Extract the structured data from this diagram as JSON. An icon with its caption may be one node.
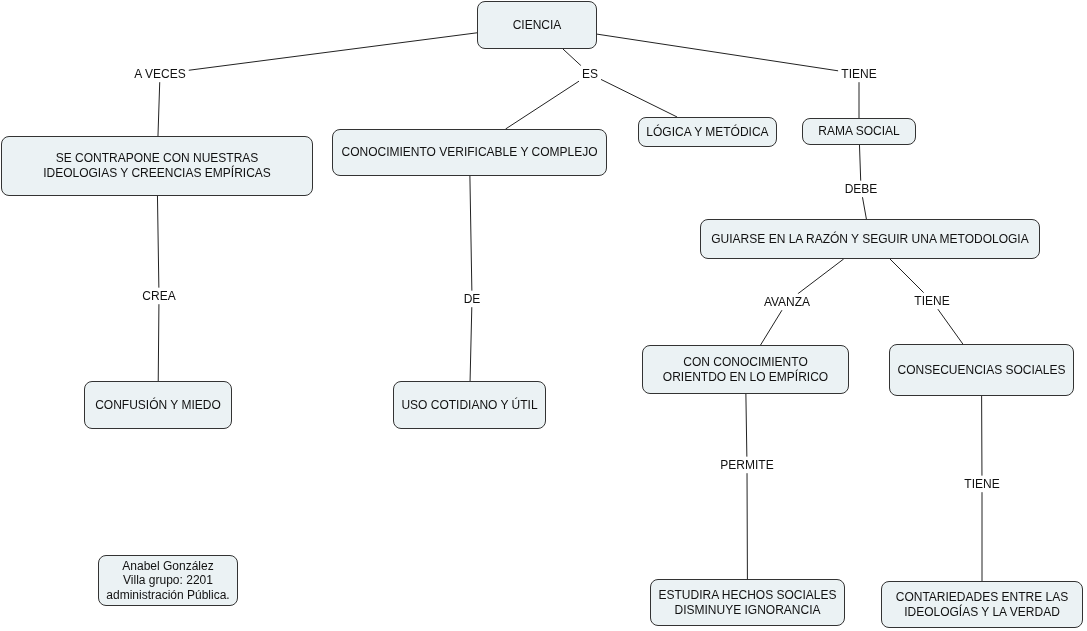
{
  "diagram": {
    "nodes": [
      {
        "text": [
          "CIENCIA"
        ]
      },
      {
        "text": [
          "A VECES"
        ]
      },
      {
        "text": [
          "ES"
        ]
      },
      {
        "text": [
          "TIENE"
        ]
      },
      {
        "text": [
          "SE CONTRAPONE CON NUESTRAS IDEOLOGIAS Y CREENCIAS EMPÍRICAS"
        ]
      },
      {
        "text": [
          "CONOCIMIENTO VERIFICABLE Y COMPLEJO"
        ]
      },
      {
        "text": [
          "LÓGICA Y METÓDICA"
        ]
      },
      {
        "text": [
          "RAMA SOCIAL"
        ]
      },
      {
        "text": [
          "DEBE"
        ]
      },
      {
        "text": [
          "GUIARSE EN LA RAZÓN Y SEGUIR UNA METODOLOGIA"
        ]
      },
      {
        "text": [
          "CREA"
        ]
      },
      {
        "text": [
          "DE"
        ]
      },
      {
        "text": [
          "AVANZA"
        ]
      },
      {
        "text": [
          "TIENE"
        ]
      },
      {
        "text": [
          "CONFUSIÓN Y MIEDO"
        ]
      },
      {
        "text": [
          "USO COTIDIANO Y ÚTIL"
        ]
      },
      {
        "text": [
          "CON CONOCIMIENTO ORIENTDO EN LO EMPÍRICO"
        ]
      },
      {
        "text": [
          "CONSECUENCIAS SOCIALES"
        ]
      },
      {
        "text": [
          "PERMITE"
        ]
      },
      {
        "text": [
          "TIENE"
        ]
      },
      {
        "text": [
          "Anabel González Villa grupo: 2201 administración Pública."
        ]
      },
      {
        "text": [
          "ESTUDIRA HECHOS SOCIALES DISMINUYE IGNORANCIA"
        ]
      },
      {
        "text": [
          "CONTARIEDADES ENTRE LAS IDEOLOGÍAS Y LA VERDAD"
        ]
      }
    ],
    "edges": [
      {
        "from": 0,
        "to": 1,
        "arrow": "none"
      },
      {
        "from": 1,
        "to": 4,
        "arrow": "none"
      },
      {
        "from": 0,
        "to": 2,
        "arrow": "none"
      },
      {
        "from": 2,
        "to": 5,
        "arrow": "none"
      },
      {
        "from": 2,
        "to": 6,
        "arrow": "none"
      },
      {
        "from": 0,
        "to": 3,
        "arrow": "none"
      },
      {
        "from": 3,
        "to": 7,
        "arrow": "none"
      },
      {
        "from": 7,
        "to": 8,
        "arrow": "none"
      },
      {
        "from": 8,
        "to": 9,
        "arrow": "none"
      },
      {
        "from": 4,
        "to": 10,
        "arrow": "none"
      },
      {
        "from": 10,
        "to": 14,
        "arrow": "none"
      },
      {
        "from": 5,
        "to": 11,
        "arrow": "none"
      },
      {
        "from": 11,
        "to": 15,
        "arrow": "none"
      },
      {
        "from": 9,
        "to": 12,
        "arrow": "none"
      },
      {
        "from": 9,
        "to": 13,
        "arrow": "none"
      },
      {
        "from": 12,
        "to": 16,
        "arrow": "none"
      },
      {
        "from": 13,
        "to": 17,
        "arrow": "none"
      },
      {
        "from": 16,
        "to": 18,
        "arrow": "none"
      },
      {
        "from": 18,
        "to": 21,
        "arrow": "none"
      },
      {
        "from": 17,
        "to": 19,
        "arrow": "none"
      },
      {
        "from": 19,
        "to": 22,
        "arrow": "none"
      }
    ]
  }
}
